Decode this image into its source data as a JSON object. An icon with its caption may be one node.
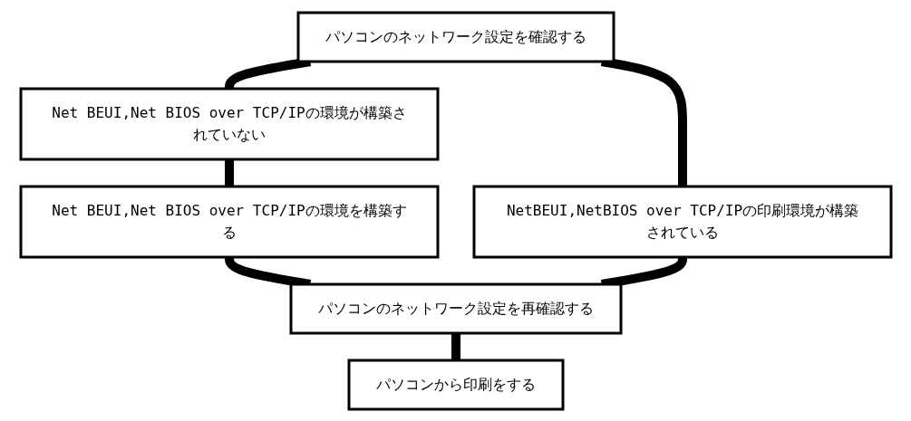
{
  "diagram": {
    "nodes": [
      {
        "text": [
          "パソコンのネットワーク設定を確認する"
        ]
      },
      {
        "text": [
          "Net BEUI,Net BIOS over TCP/IPの環境が構築されていない"
        ]
      },
      {
        "text": [
          "Net BEUI,Net BIOS over TCP/IPの環境を構築する"
        ]
      },
      {
        "text": [
          "NetBEUI,NetBIOS over TCP/IPの印刷環境が構築されている"
        ]
      },
      {
        "text": [
          "パソコンのネットワーク設定を再確認する"
        ]
      },
      {
        "text": [
          "パソコンから印刷をする"
        ]
      }
    ],
    "edges": [
      {
        "from": 0,
        "to": 1,
        "arrow": "none"
      },
      {
        "from": 1,
        "to": 2,
        "arrow": "none"
      },
      {
        "from": 2,
        "to": 4,
        "arrow": "none"
      },
      {
        "from": 0,
        "to": 3,
        "arrow": "none"
      },
      {
        "from": 3,
        "to": 4,
        "arrow": "none"
      },
      {
        "from": 4,
        "to": 5,
        "arrow": "none"
      }
    ]
  }
}
